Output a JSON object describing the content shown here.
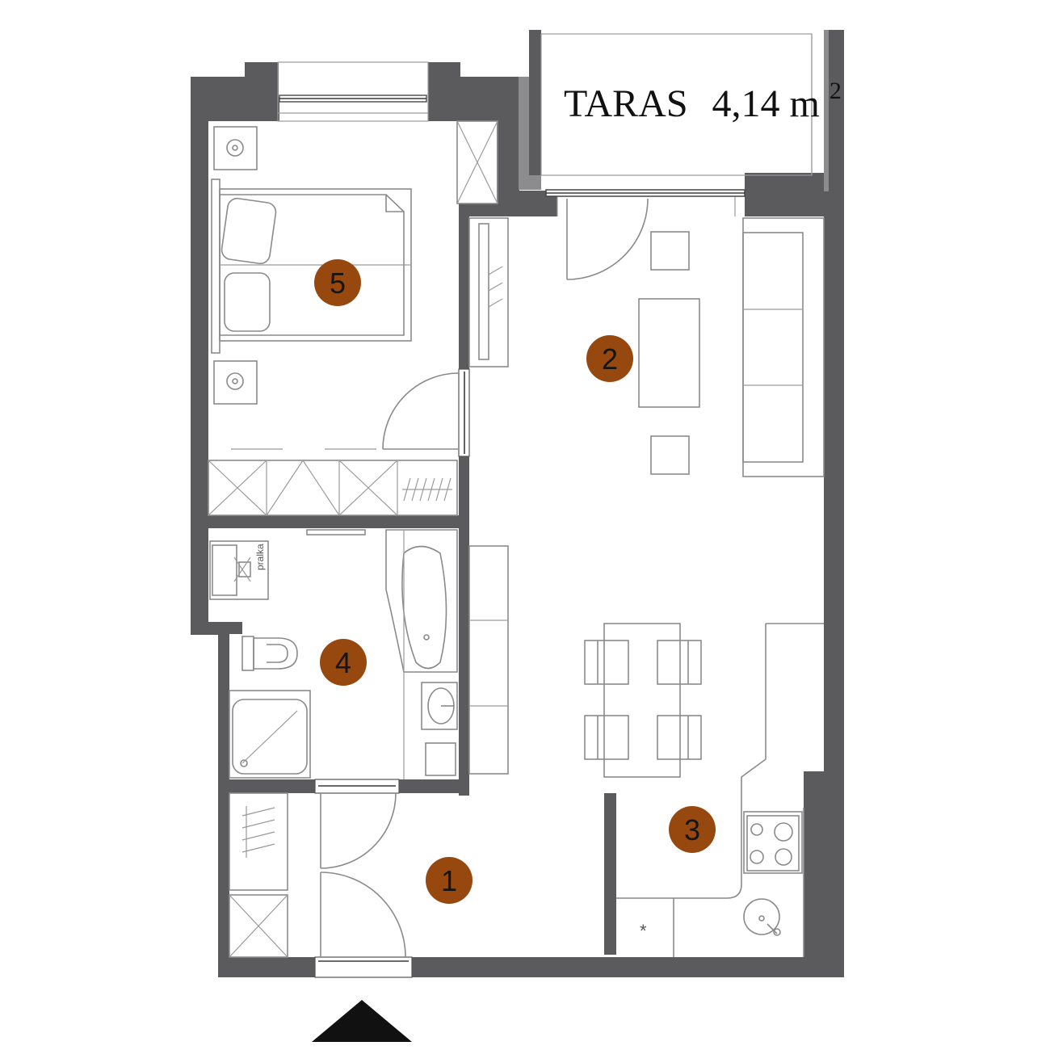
{
  "terrace": {
    "label": "TARAS",
    "area": "4,14 m",
    "area_sup": "2"
  },
  "appliance_label": "pralka",
  "asterisk": "*",
  "rooms": [
    {
      "number": "1"
    },
    {
      "number": "2"
    },
    {
      "number": "3"
    },
    {
      "number": "4"
    },
    {
      "number": "5"
    }
  ],
  "colors": {
    "wall": "#5b5b5e",
    "room_marker": "#97480e",
    "fixture_line": "#8a8a8a"
  },
  "icons": [
    "entrance-arrow-icon",
    "stove-icon",
    "sink-icon",
    "toilet-icon",
    "shower-icon",
    "bathtub-icon",
    "bed-icon"
  ]
}
